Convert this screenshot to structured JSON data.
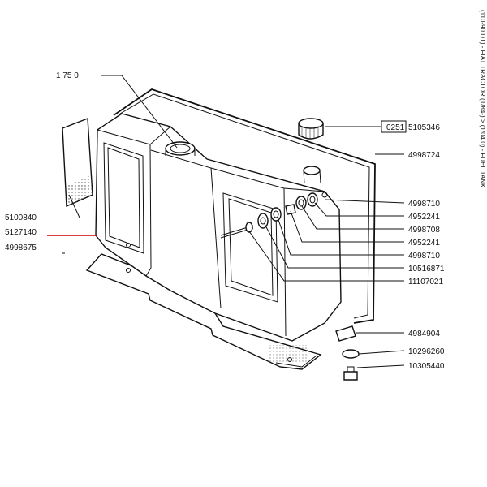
{
  "side_title": "(110-90 DT) - FIAT TRACTOR (1/84-) > (1/04.0) - FUEL TANK",
  "top_label": "1 75 0",
  "boxed_ref": "0251",
  "left_labels": [
    "5100840",
    "5127140",
    "4998675"
  ],
  "right_labels": [
    "5105346",
    "4998724",
    "4998710",
    "4952241",
    "4998708",
    "4952241",
    "4998710",
    "10516871",
    "11107021",
    "4984904",
    "10296260",
    "10305440"
  ],
  "colors": {
    "line": "#111111",
    "highlight": "#cc0000",
    "background": "#ffffff"
  }
}
